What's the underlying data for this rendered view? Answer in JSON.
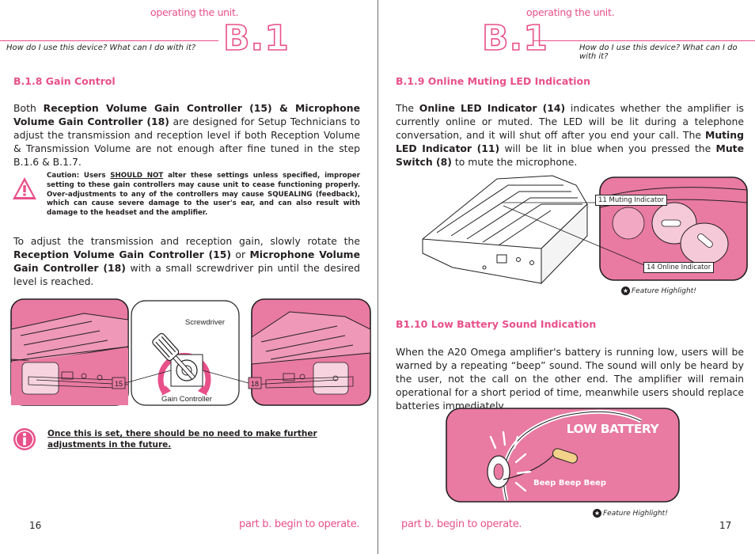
{
  "left": {
    "section_label": "operating the unit.",
    "header_question": "How do I use this device? What can I do with it?",
    "big_mark": "B.1",
    "heading": "B.1.8 Gain Control",
    "para1": {
      "a": "Both ",
      "b": "Reception Volume Gain Controller (15) & Microphone Volume Gain Controller (18)",
      "c": " are designed for Setup Technicians to adjust the transmission and reception level if both Reception Volume & Transmission Volume are not enough after fine tuned in the step B.1.6 & B.1.7."
    },
    "caution": {
      "a": "Caution: Users ",
      "b": "SHOULD NOT",
      "c": " alter these settings unless specified, improper setting to these gain controllers may cause unit to cease functioning properly. Over-adjustments to any of the controllers may cause SQUEALING (feedback), which can cause severe damage to the user's ear, and can also result with damage to the headset and the amplifier."
    },
    "para2": {
      "a": "To adjust the transmission and reception gain, slowly rotate the ",
      "b": "Reception Volume Gain Controller (15)",
      "c": " or ",
      "d": "Microphone Volume Gain Controller (18)",
      "e": " with a small screwdriver pin until the desired level is reached."
    },
    "figure": {
      "label_15": "15",
      "label_18": "18",
      "screwdriver": "Screwdriver",
      "gain_controller": "Gain Controller"
    },
    "note": "Once this is set, there should be no need to make further adjustments in the future.",
    "page_number": "16",
    "footer": "part b. begin to operate."
  },
  "right": {
    "section_label": "operating the unit.",
    "header_question": "How do I use this device? What can I do with it?",
    "big_mark": "B.1",
    "heading1": "B.1.9 Online Muting LED Indication",
    "para1": {
      "a": "The ",
      "b": "Online LED Indicator (14)",
      "c": " indicates whether the amplifier is currently online or muted. The LED will be lit during a telephone conversation, and it will shut off after you end your call. The ",
      "d": "Muting LED Indicator (11)",
      "e": " will be lit in blue when you pressed the ",
      "f": "Mute Switch (8)",
      "g": " to mute the microphone."
    },
    "figure1": {
      "muting_label": "11  Muting Indicator",
      "online_label": "14  Online Indicator",
      "feature": "Feature Highlight!"
    },
    "heading2": "B1.10 Low Battery Sound Indication",
    "para2": "When the A20 Omega amplifier's battery is running low, users will be warned by a repeating “beep” sound. The sound will only be heard by the user, not the call on the other end. The amplifier will remain operational for a short period of time, meanwhile users should replace batteries immediately.",
    "figure2": {
      "low_battery": "LOW BATTERY",
      "beep": "Beep Beep Beep",
      "feature": "Feature Highlight!"
    },
    "page_number": "17",
    "footer": "part b. begin to operate."
  },
  "colors": {
    "accent": "#e8508a",
    "panel_pink": "#e97aa2",
    "text": "#231f20"
  }
}
